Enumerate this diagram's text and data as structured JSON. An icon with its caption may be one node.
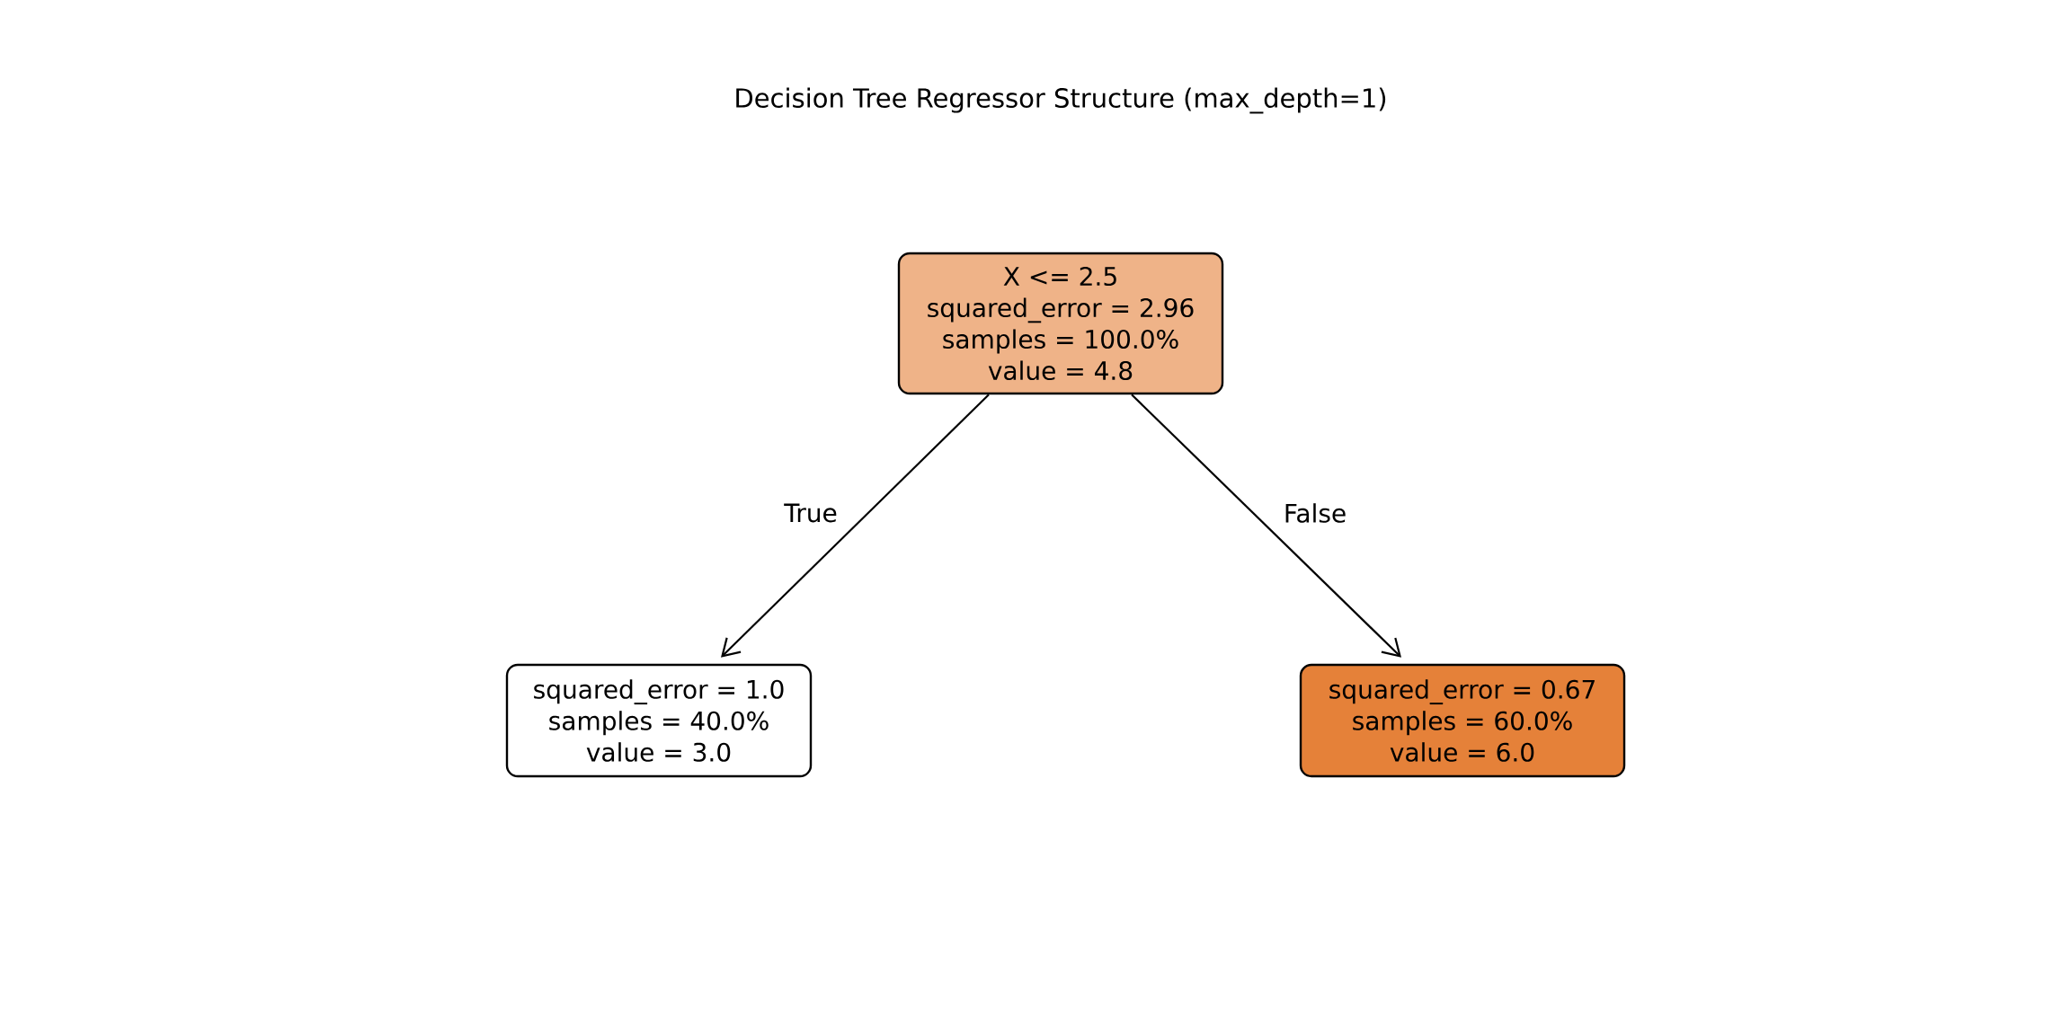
{
  "diagram": {
    "title": "Decision Tree Regressor Structure (max_depth=1)",
    "nodes": [
      {
        "text": [
          "X <= 2.5",
          "squared_error = 2.96",
          "samples = 100.0%",
          "value = 4.8"
        ]
      },
      {
        "text": [
          "squared_error = 1.0",
          "samples = 40.0%",
          "value = 3.0"
        ]
      },
      {
        "text": [
          "squared_error = 0.67",
          "samples = 60.0%",
          "value = 6.0"
        ]
      }
    ],
    "edges": [
      {
        "from": 0,
        "to": 1,
        "arrow": "to",
        "label": "True"
      },
      {
        "from": 0,
        "to": 2,
        "arrow": "to",
        "label": "False"
      }
    ]
  }
}
